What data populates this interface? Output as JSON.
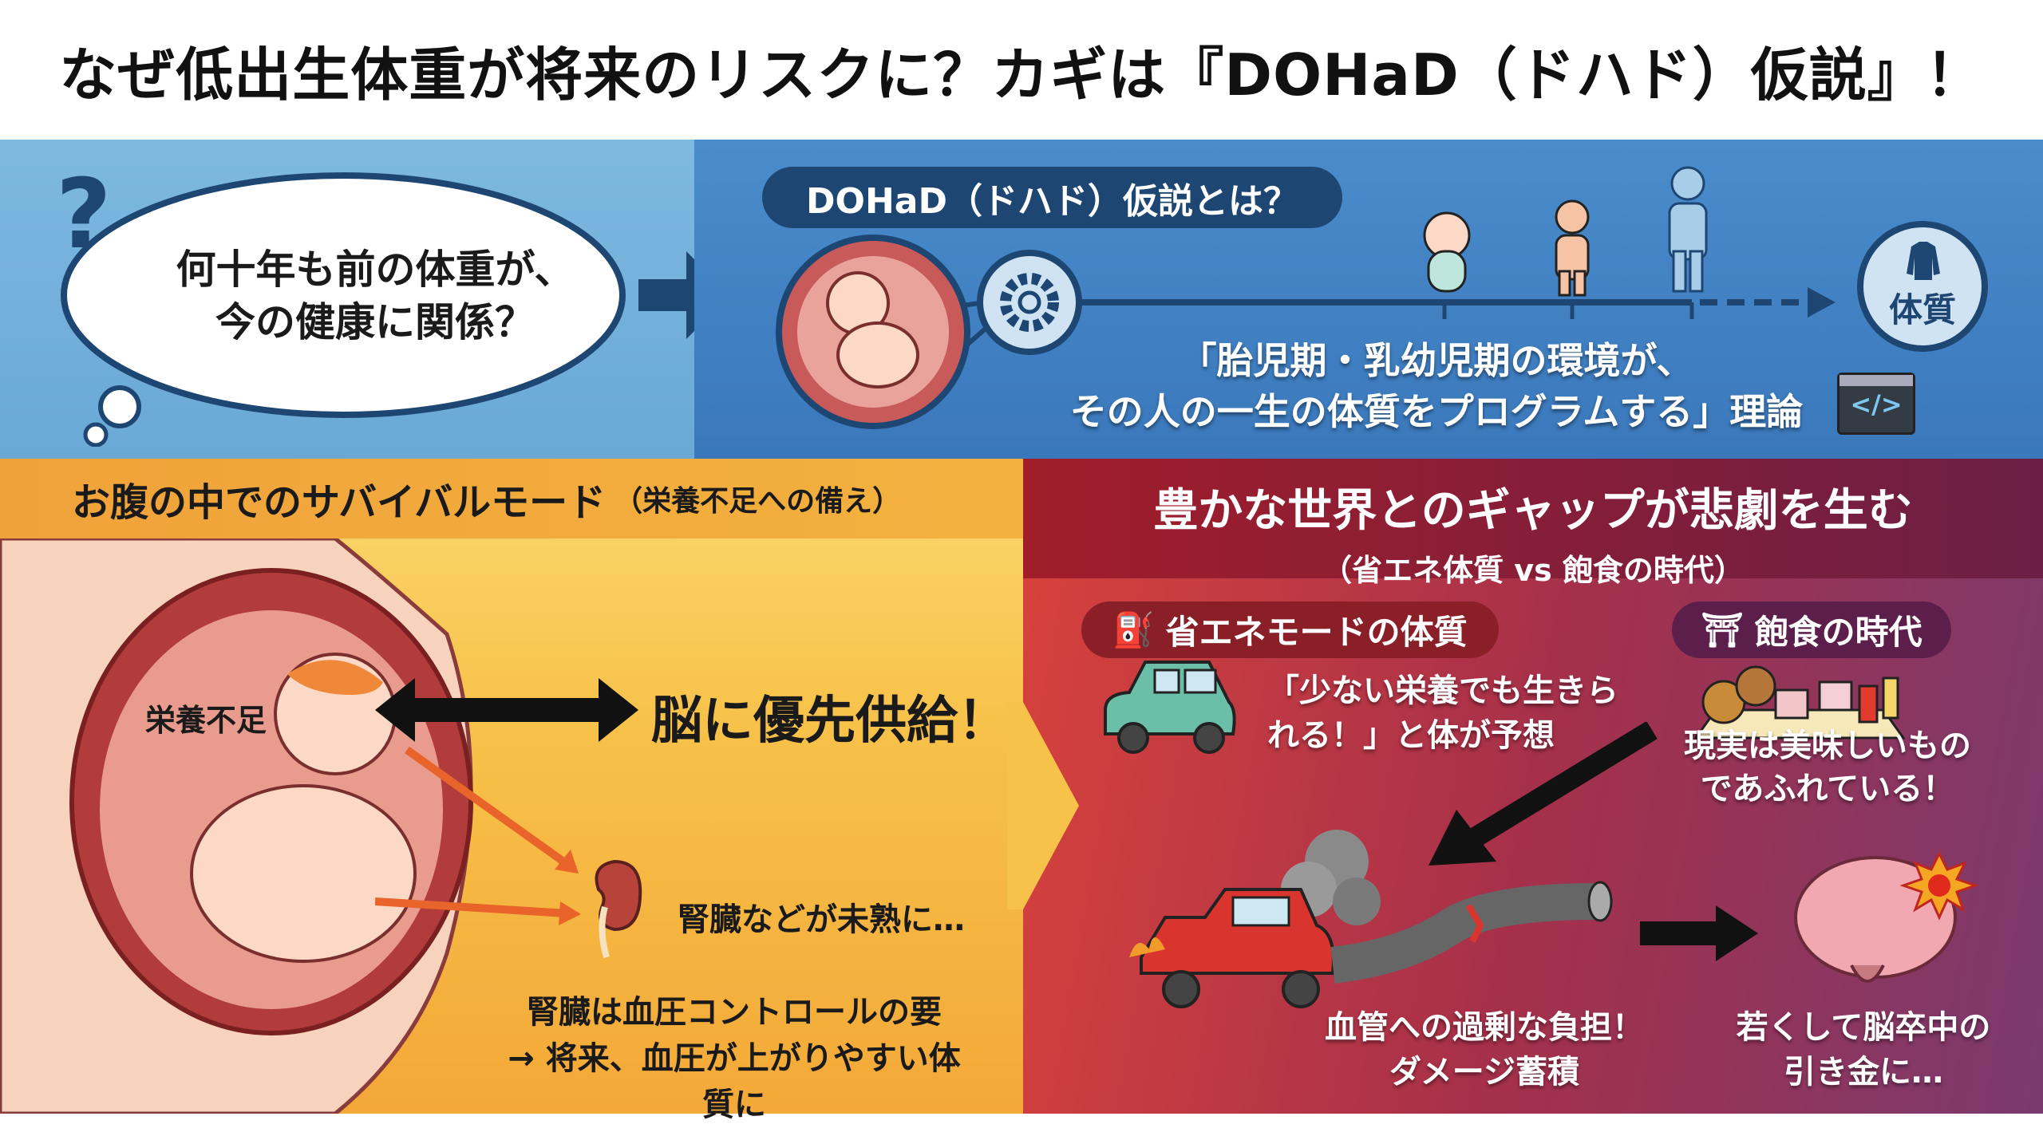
{
  "title": "なぜ低出生体重が将来のリスクに？カギは『DOHaD（ドハド）仮説』！",
  "intro": {
    "line1": "何十年も前の体重が、",
    "line2": "今の健康に関係？",
    "mark": "?"
  },
  "dohad": {
    "pill": "DOHaD（ドハド）仮説とは？",
    "outcome": "体質",
    "quote_line1": "「胎児期・乳幼児期の環境が、",
    "quote_line2": "その人の一生の体質をプログラムする」理論"
  },
  "survival": {
    "header": "お腹の中でのサバイバルモード",
    "header_sub": "（栄養不足への備え）",
    "malnutrition": "栄養不足",
    "brain_priority": "脳に優先供給！",
    "kidney_immature": "腎臓などが未熟に…",
    "kidney_line1": "腎臓は血圧コントロールの要",
    "kidney_line2": "→ 将来、血圧が上がりやすい体質に"
  },
  "gap": {
    "header": "豊かな世界とのギャップが悲劇を生む",
    "header_sub": "（省エネ体質 vs 飽食の時代）",
    "eco_pill": "省エネモードの体質",
    "eco_line1": "「少ない栄養でも生きら",
    "eco_line2": "れる！」と体が予想",
    "feast_pill": "飽食の時代",
    "feast_line1": "現実は美味しいもの",
    "feast_line2": "であふれている！",
    "vessel_line1": "血管への過剰な負担！",
    "vessel_line2": "ダメージ蓄積",
    "stroke_line1": "若くして脳卒中の",
    "stroke_line2": "引き金に…"
  },
  "colors": {
    "navy": "#1e4673",
    "blue": "#3f80c2",
    "orange": "#f0a23a",
    "red": "#a11d2a",
    "purple": "#6c1f45"
  }
}
